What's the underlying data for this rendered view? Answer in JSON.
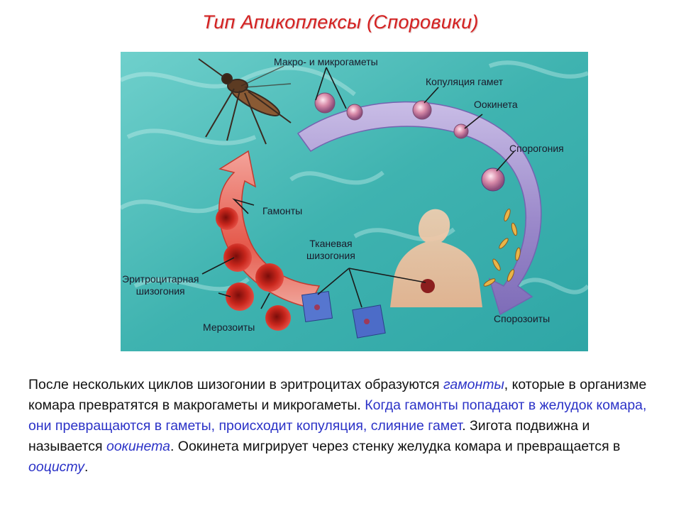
{
  "slide": {
    "title": "Тип Апикоплексы (Споровики)"
  },
  "diagram": {
    "labels": {
      "gametes": "Макро- и микрогаметы",
      "copulation": "Копуляция гамет",
      "ookinete": "Оокинета",
      "sporogony": "Спорогония",
      "gamonts": "Гамонты",
      "tissue_schizogony_line1": "Тканевая",
      "tissue_schizogony_line2": "шизогония",
      "erythro_line1": "Эритроцитарная",
      "erythro_line2": "шизогония",
      "merozoites": "Мерозоиты",
      "sporozoites": "Спорозоиты"
    },
    "colors": {
      "background": "#3fb3b0",
      "ring_purple": "#9a86cf",
      "ring_red": "#e2564a",
      "blood_cell": "#c8261c"
    }
  },
  "text": {
    "p1": "После нескольких циклов шизогонии в эритроцитах образуются ",
    "p2": "гамонты",
    "p3": ", которые в организме комара превратятся в макрогаметы и микрогаметы. ",
    "p4": "Когда гамонты попадают в желудок комара, они превращаются в гаметы, происходит копуляция, слияние гамет",
    "p5": ". Зигота подвижна и называется ",
    "p6": "оокинета",
    "p7": ". Оокинета мигрирует через стенку желудка комара и превращается в ",
    "p8": "ооцисту",
    "p9": "."
  }
}
